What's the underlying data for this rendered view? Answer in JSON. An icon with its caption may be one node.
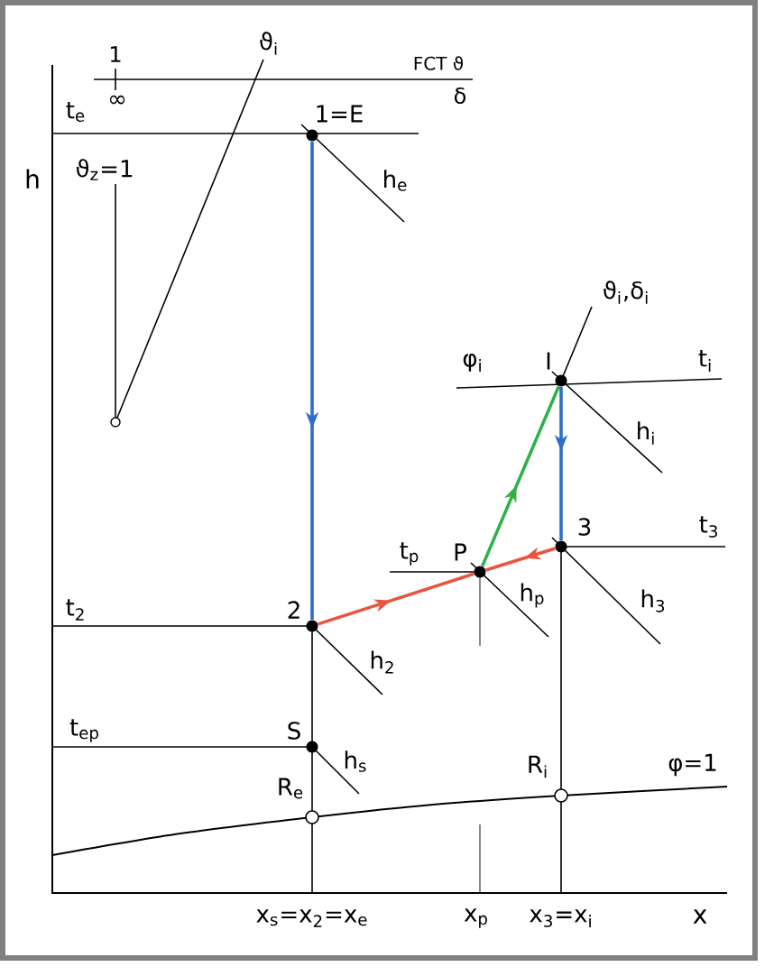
{
  "diagram": {
    "nodes": [
      {
        "text": [],
        "shape": "dot",
        "beside": [
          "1=E"
        ]
      },
      {
        "text": [],
        "shape": "dot",
        "beside": [
          "I"
        ]
      },
      {
        "text": [],
        "shape": "dot",
        "beside": [
          "3"
        ]
      },
      {
        "text": [],
        "shape": "dot",
        "beside": [
          "P"
        ]
      },
      {
        "text": [],
        "shape": "dot",
        "beside": [
          "2"
        ]
      },
      {
        "text": [],
        "shape": "dot",
        "beside": [
          "S"
        ]
      },
      {
        "text": [],
        "shape": "circle",
        "beside": [
          "R$_{e}$"
        ]
      },
      {
        "text": [],
        "shape": "circle",
        "beside": [
          "R$_{i}$"
        ]
      }
    ],
    "edges": [
      {
        "from": 0,
        "to": 4,
        "arrow": "to",
        "color": "#2e6dc9"
      },
      {
        "from": 4,
        "to": 3,
        "arrow": "to",
        "color": "#e8553f"
      },
      {
        "from": 3,
        "to": 1,
        "arrow": "to",
        "color": "#2fb14a"
      },
      {
        "from": 1,
        "to": 2,
        "arrow": "to",
        "color": "#2e6dc9"
      },
      {
        "from": 2,
        "to": 3,
        "arrow": "to",
        "color": "#e8553f"
      }
    ],
    "labels": [
      "1",
      "ϑ$_{i}$",
      "FCT ϑ",
      "∞",
      "δ",
      "t$_{e}$",
      "h",
      "ϑ$_{z}$=1",
      "h$_{e}$",
      "ϑ$_{i}$,δ$_{i}$",
      "φ$_{i}$",
      "t$_{i}$",
      "h$_{i}$",
      "t$_{3}$",
      "t$_{p}$",
      "t$_{2}$",
      "h$_{p}$",
      "h$_{3}$",
      "h$_{2}$",
      "t$_{ep}$",
      "h$_{s}$",
      "φ=1",
      "x$_{s}$=x$_{2}$=x$_{e}$",
      "x$_{p}$",
      "x$_{3}$=x$_{i}$",
      "x"
    ]
  }
}
